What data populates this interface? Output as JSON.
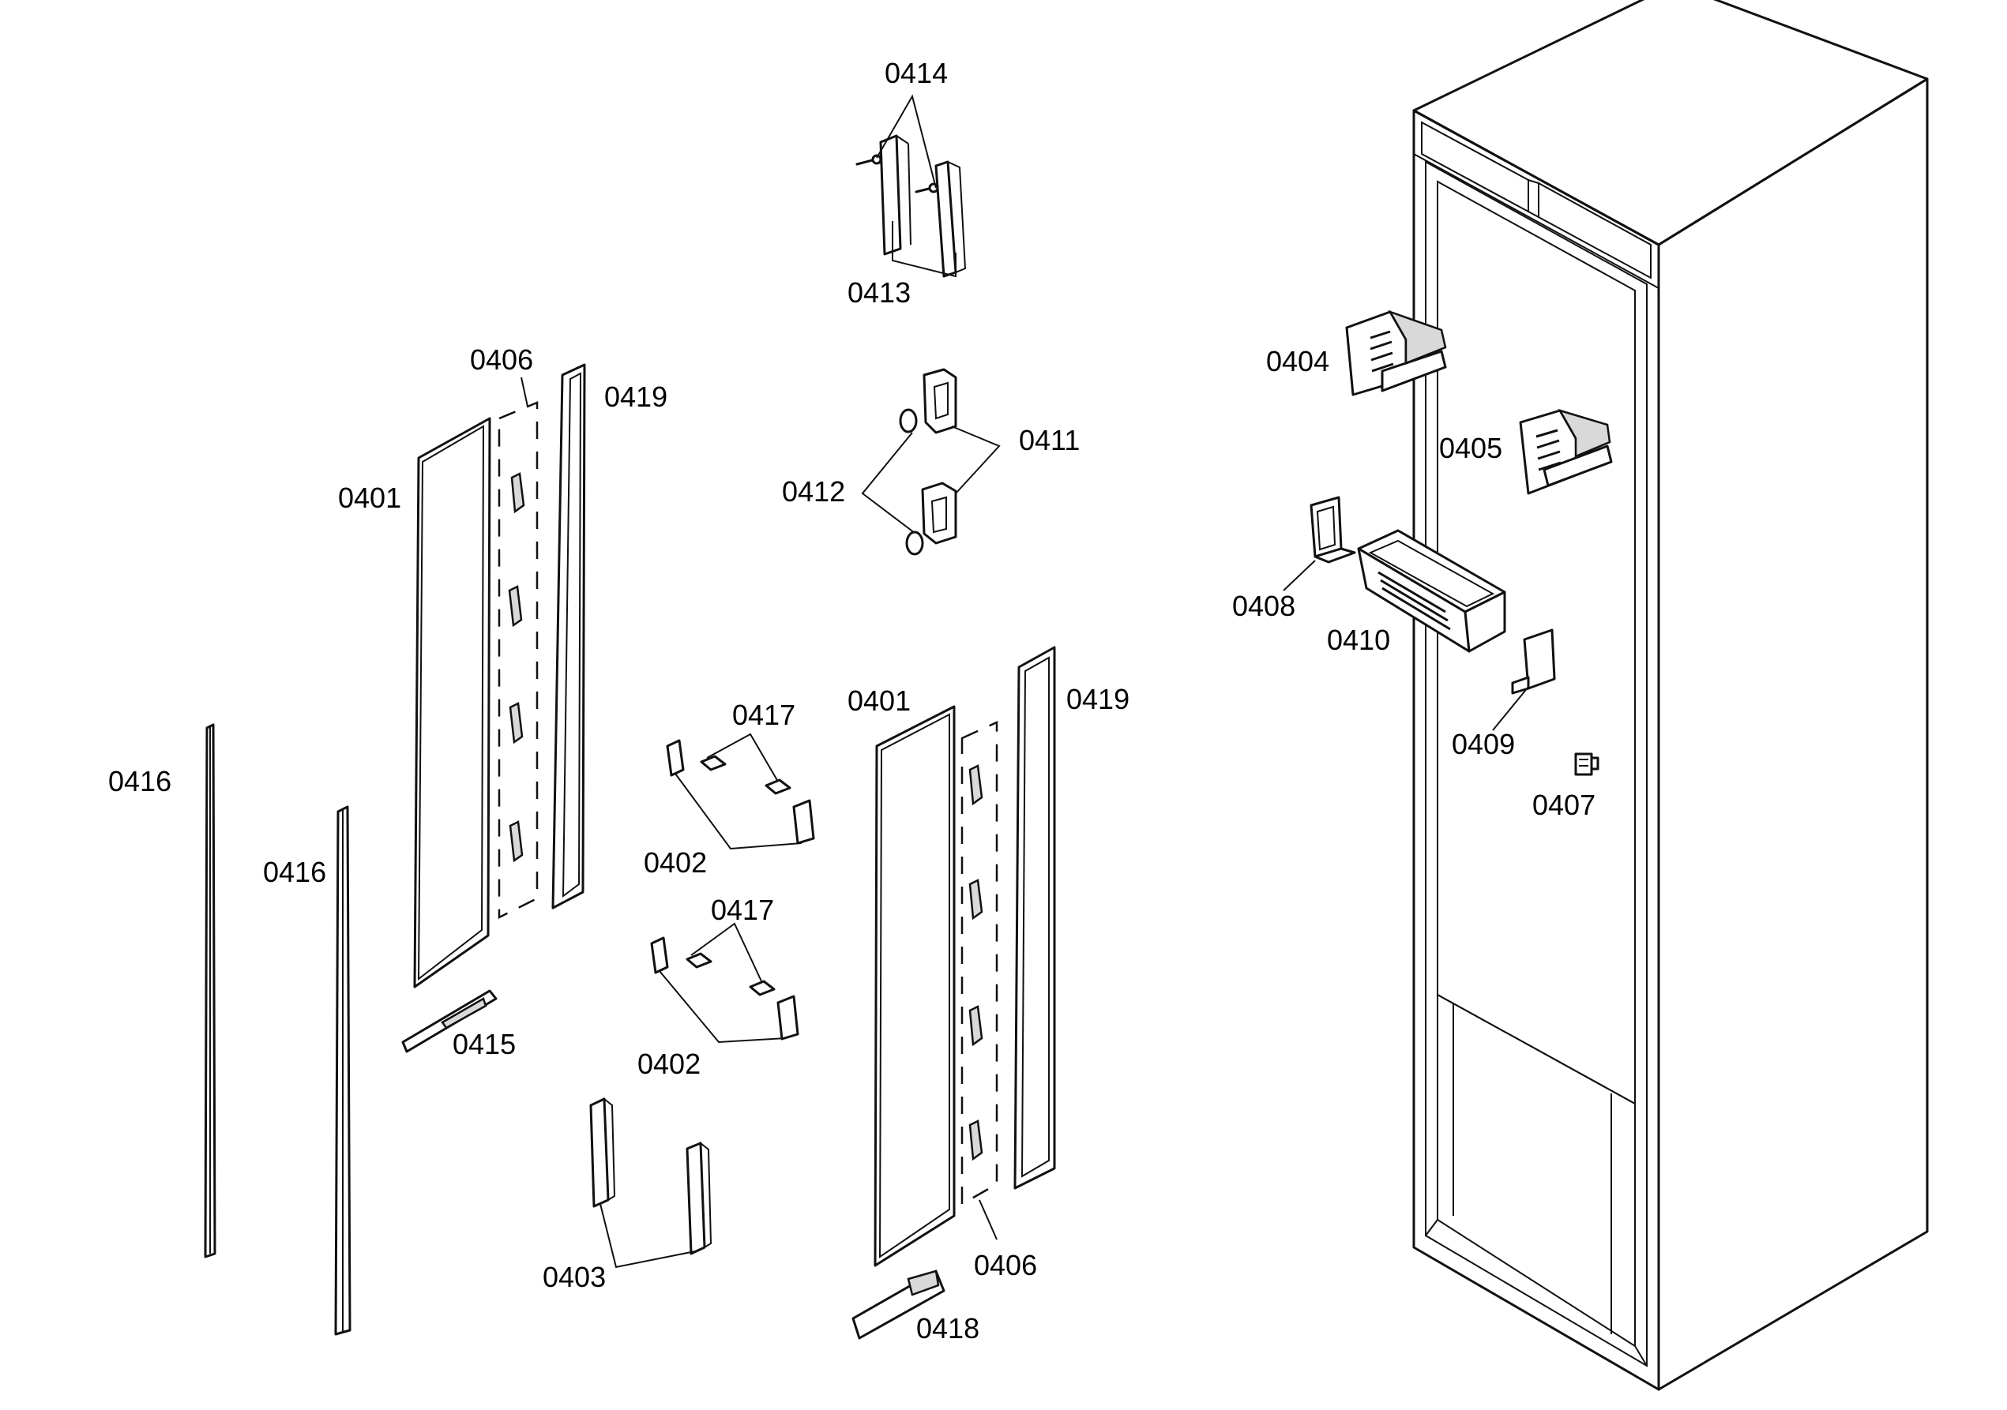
{
  "labels": {
    "p0414": "0414",
    "p0413": "0413",
    "p0406_left": "0406",
    "p0419_left": "0419",
    "p0401_left": "0401",
    "p0411": "0411",
    "p0412": "0412",
    "p0404": "0404",
    "p0405": "0405",
    "p0408": "0408",
    "p0410": "0410",
    "p0409": "0409",
    "p0407": "0407",
    "p0416_a": "0416",
    "p0416_b": "0416",
    "p0417_a": "0417",
    "p0402_a": "0402",
    "p0401_right": "0401",
    "p0419_right": "0419",
    "p0417_b": "0417",
    "p0402_b": "0402",
    "p0415": "0415",
    "p0403": "0403",
    "p0406_right": "0406",
    "p0418": "0418"
  }
}
